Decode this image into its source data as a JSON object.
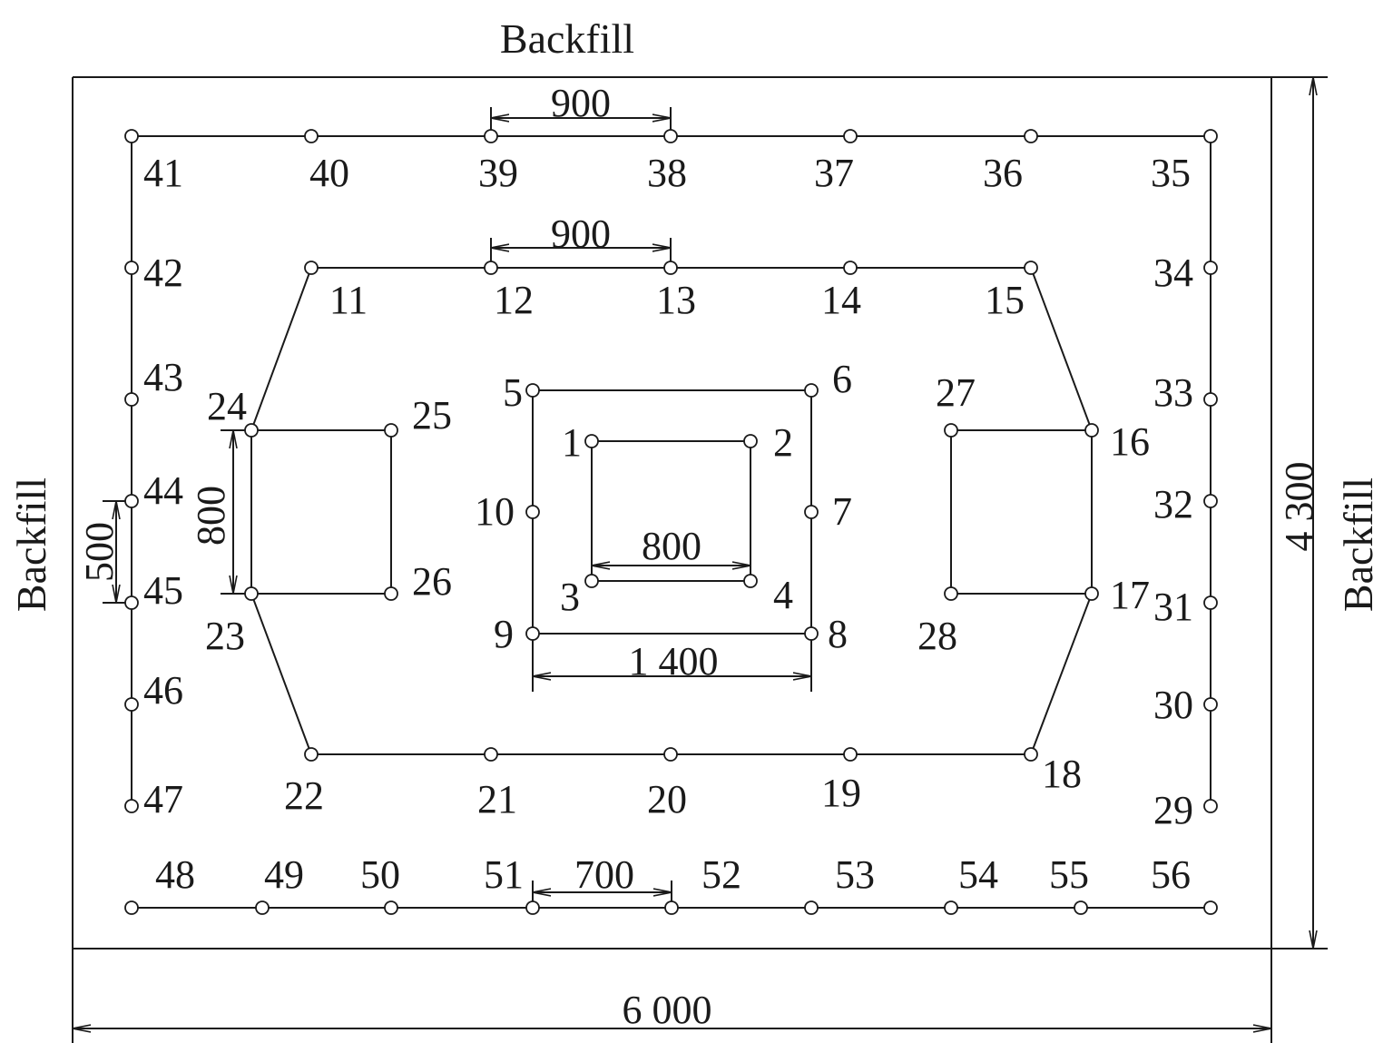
{
  "backfill": {
    "top": "Backfill",
    "left": "Backfill",
    "right": "Backfill"
  },
  "points": [
    "1",
    "2",
    "3",
    "4",
    "5",
    "6",
    "7",
    "8",
    "9",
    "10",
    "11",
    "12",
    "13",
    "14",
    "15",
    "16",
    "17",
    "18",
    "19",
    "20",
    "21",
    "22",
    "23",
    "24",
    "25",
    "26",
    "27",
    "28",
    "29",
    "30",
    "31",
    "32",
    "33",
    "34",
    "35",
    "36",
    "37",
    "38",
    "39",
    "40",
    "41",
    "42",
    "43",
    "44",
    "45",
    "46",
    "47",
    "48",
    "49",
    "50",
    "51",
    "52",
    "53",
    "54",
    "55",
    "56"
  ],
  "dimensions": {
    "top_row_spacing": "900",
    "octagon_spacing": "900",
    "inner_width": "800",
    "middle_width": "1 400",
    "bottom_row_spacing": "700",
    "side_box_height": "800",
    "left_column_spacing": "500",
    "total_height": "4 300",
    "total_width": "6 000"
  }
}
